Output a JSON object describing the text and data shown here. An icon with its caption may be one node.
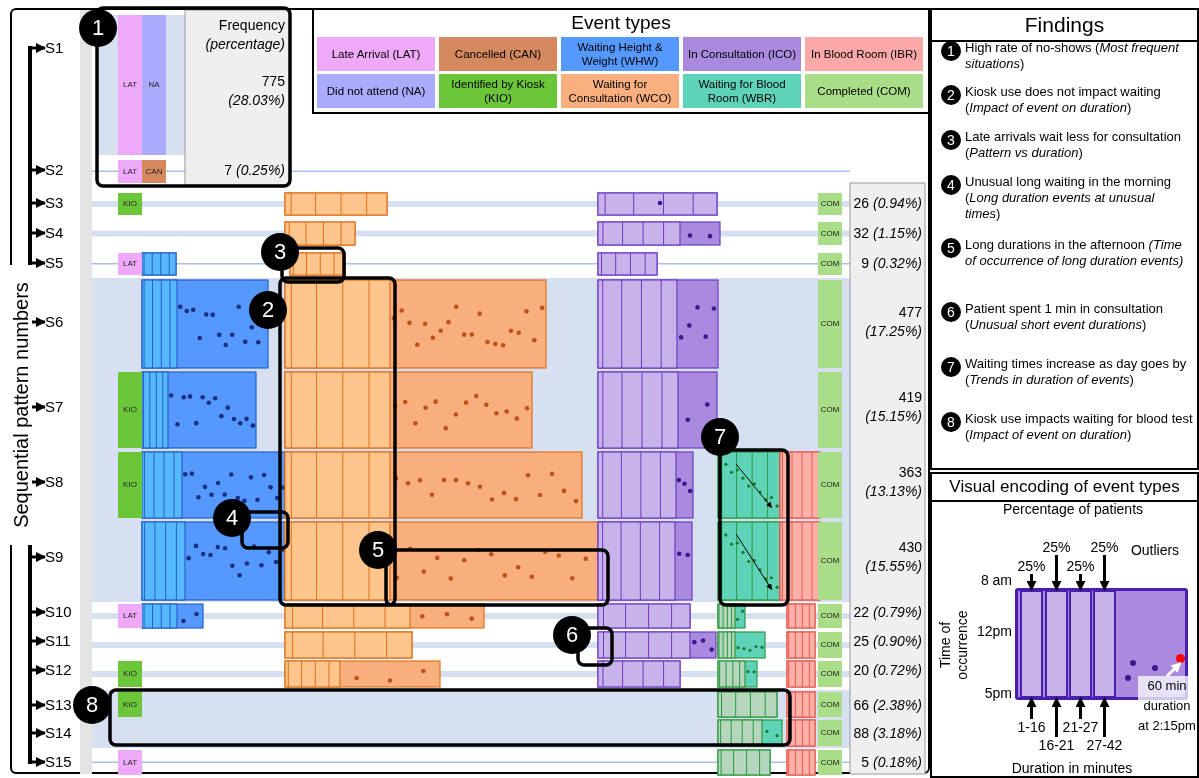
{
  "diagram": {
    "nodes": [
      {
        "text": [
          "Findings"
        ]
      },
      {
        "text": [
          "1"
        ],
        "in": 0,
        "beside": [
          "High rate of no-shows (*Most frequent situations*)"
        ]
      },
      {
        "text": [
          "2"
        ],
        "in": 0,
        "beside": [
          "Kiosk use does not impact waiting (*Impact of event on duration*)"
        ]
      },
      {
        "text": [
          "3"
        ],
        "in": 0,
        "beside": [
          "Late arrivals wait less for consultation (*Pattern vs duration*)"
        ]
      },
      {
        "text": [
          "4"
        ],
        "in": 0,
        "beside": [
          "Unusual long waiting in the morning (*Long duration events at unusual times*)"
        ]
      },
      {
        "text": [
          "5"
        ],
        "in": 0,
        "beside": [
          "Long durations in the afternoon *(Time of occurrence of long duration events)*"
        ]
      },
      {
        "text": [
          "6"
        ],
        "in": 0,
        "beside": [
          "Patient spent 1 min in consultation (*Unusual short event durations*)"
        ]
      },
      {
        "text": [
          "7"
        ],
        "in": 0,
        "beside": [
          "Waiting times increase as day goes by (*Trends in duration of events*)"
        ]
      },
      {
        "text": [
          "8"
        ],
        "in": 0,
        "beside": [
          "Kiosk use impacts waiting for blood test (*Impact of event on duration*)"
        ]
      },
      {
        "text": [
          "Visual encoding of event types"
        ]
      },
      {
        "text": [],
        "shape": "box",
        "in": 9
      },
      {
        "text": [],
        "shape": "bar",
        "in": 10
      },
      {
        "text": [],
        "shape": "bar",
        "in": 10
      },
      {
        "text": [],
        "shape": "bar",
        "in": 10
      },
      {
        "text": [],
        "shape": "bar",
        "in": 10
      },
      {
        "text": [],
        "shape": "circle",
        "in": 10
      },
      {
        "text": [
          "25%"
        ],
        "in": 9
      },
      {
        "text": [
          "25%"
        ],
        "in": 9
      },
      {
        "text": [
          "25%"
        ],
        "in": 9
      },
      {
        "text": [
          "25%"
        ],
        "in": 9
      },
      {
        "text": [
          "1-16"
        ],
        "in": 9
      },
      {
        "text": [
          "16-21"
        ],
        "in": 9
      },
      {
        "text": [
          "21-27"
        ],
        "in": 9
      },
      {
        "text": [
          "27-42"
        ],
        "in": 9
      },
      {
        "text": [
          "60 min duration at 2:15pm"
        ],
        "in": 9
      },
      {
        "text": [
          "S1"
        ]
      },
      {
        "text": [
          "S2"
        ]
      },
      {
        "text": [
          "S3"
        ]
      },
      {
        "text": [
          "S4"
        ]
      },
      {
        "text": [
          "S5"
        ]
      },
      {
        "text": [
          "S6"
        ]
      },
      {
        "text": [
          "S7"
        ]
      },
      {
        "text": [
          "S8"
        ]
      },
      {
        "text": [
          "S9"
        ]
      },
      {
        "text": [
          "S10"
        ]
      },
      {
        "text": [
          "S11"
        ]
      },
      {
        "text": [
          "S12"
        ]
      },
      {
        "text": [
          "S13"
        ]
      },
      {
        "text": [
          "S14"
        ]
      },
      {
        "text": [
          "S15"
        ]
      },
      {
        "text": [
          "LAT"
        ]
      },
      {
        "text": [
          "NA"
        ]
      },
      {
        "text": [
          "LAT"
        ]
      },
      {
        "text": [
          "CAN"
        ]
      },
      {
        "text": [
          "KIO"
        ]
      },
      {
        "text": [
          "COM"
        ]
      },
      {
        "text": [
          "COM"
        ]
      },
      {
        "text": [
          "LAT"
        ]
      },
      {
        "text": [
          "COM"
        ]
      },
      {
        "text": [
          "COM"
        ]
      },
      {
        "text": [
          "KIO"
        ]
      },
      {
        "text": [
          "COM"
        ]
      },
      {
        "text": [
          "KIO"
        ]
      },
      {
        "text": [
          "COM"
        ]
      },
      {
        "text": [
          "COM"
        ]
      },
      {
        "text": [
          "LAT"
        ]
      },
      {
        "text": [
          "COM"
        ]
      },
      {
        "text": [
          "COM"
        ]
      },
      {
        "text": [
          "KIO"
        ]
      },
      {
        "text": [
          "COM"
        ]
      },
      {
        "text": [
          "KIO"
        ]
      },
      {
        "text": [
          "COM"
        ]
      },
      {
        "text": [
          "COM"
        ]
      },
      {
        "text": [
          "LAT"
        ]
      },
      {
        "text": [
          "COM"
        ]
      },
      {
        "text": [
          "1"
        ]
      },
      {
        "text": [
          "2"
        ]
      },
      {
        "text": [
          "3"
        ]
      },
      {
        "text": [
          "4"
        ]
      },
      {
        "text": [
          "5"
        ]
      },
      {
        "text": [
          "6"
        ]
      },
      {
        "text": [
          "7"
        ]
      },
      {
        "text": [
          "8"
        ]
      },
      {
        "text": [],
        "shape": "bar"
      }
    ],
    "edges": [
      {
        "from": 73,
        "to": 25,
        "arrow": "to"
      },
      {
        "from": 73,
        "to": 26,
        "arrow": "to"
      },
      {
        "from": 73,
        "to": 27,
        "arrow": "to"
      },
      {
        "from": 73,
        "to": 28,
        "arrow": "to"
      },
      {
        "from": 73,
        "to": 29,
        "arrow": "to"
      },
      {
        "from": 73,
        "to": 30,
        "arrow": "to"
      },
      {
        "from": 73,
        "to": 31,
        "arrow": "to"
      },
      {
        "from": 73,
        "to": 32,
        "arrow": "to"
      },
      {
        "from": 73,
        "to": 33,
        "arrow": "to"
      },
      {
        "from": 73,
        "to": 34,
        "arrow": "to"
      },
      {
        "from": 73,
        "to": 35,
        "arrow": "to"
      },
      {
        "from": 73,
        "to": 36,
        "arrow": "to"
      },
      {
        "from": 73,
        "to": 37,
        "arrow": "to"
      },
      {
        "from": 73,
        "to": 38,
        "arrow": "to"
      },
      {
        "from": 73,
        "to": 39,
        "arrow": "to"
      },
      {
        "from": 16,
        "to": 11,
        "arrow": "to"
      },
      {
        "from": 17,
        "to": 12,
        "arrow": "to"
      },
      {
        "from": 18,
        "to": 13,
        "arrow": "to"
      },
      {
        "from": 19,
        "to": 14,
        "arrow": "to"
      },
      {
        "from": 20,
        "to": 11,
        "arrow": "to"
      },
      {
        "from": 21,
        "to": 12,
        "arrow": "to"
      },
      {
        "from": 22,
        "to": 13,
        "arrow": "to"
      },
      {
        "from": 23,
        "to": 14,
        "arrow": "to"
      },
      {
        "from": 24,
        "to": 15,
        "arrow": "to",
        "color": "#ffffff"
      }
    ],
    "labels": [
      "Event types",
      "Sequential pattern numbers",
      "Frequency *(percentage)*",
      "775 *(28.03%)*",
      "7 *(0.25%)*",
      "26 *(0.94%)*",
      "32 *(1.15%)*",
      "9 *(0.32%)*",
      "477 *(17.25%)*",
      "419 *(15.15%)*",
      "363 *(13.13%)*",
      "430 *(15.55%)*",
      "22 *(0.79%)*",
      "25 *(0.90%)*",
      "20 *(0.72%)*",
      "66 *(2.38%)*",
      "88 *(3.18%)*",
      "5 *(0.18%)*",
      "Percentage of patients",
      "Outliers",
      "8 am",
      "Time of occurrence",
      "12pm",
      "5pm",
      "Duration in minutes"
    ],
    "legend": [
      {
        "text": "Late Arrival (LAT)",
        "color": "#eeaaf8"
      },
      {
        "text": "Cancelled (CAN)",
        "color": "#d4895e"
      },
      {
        "text": "Waiting Height & Weight (WHW)",
        "color": "#5599ff"
      },
      {
        "text": "In Consultation (ICO)",
        "color": "#a98adf"
      },
      {
        "text": "In Blood Room (IBR)",
        "color": "#fba8a8"
      },
      {
        "text": "Did not attend (NA)",
        "color": "#aaaaff"
      },
      {
        "text": "Identified by Kiosk (KIO)",
        "color": "#6cc63a"
      },
      {
        "text": "Waiting for Consultation (WCO)",
        "color": "#f9b07e"
      },
      {
        "text": "Waiting for Blood Room (WBR)",
        "color": "#5fd3b8"
      },
      {
        "text": "Completed (COM)",
        "color": "#a9dd88"
      }
    ]
  }
}
